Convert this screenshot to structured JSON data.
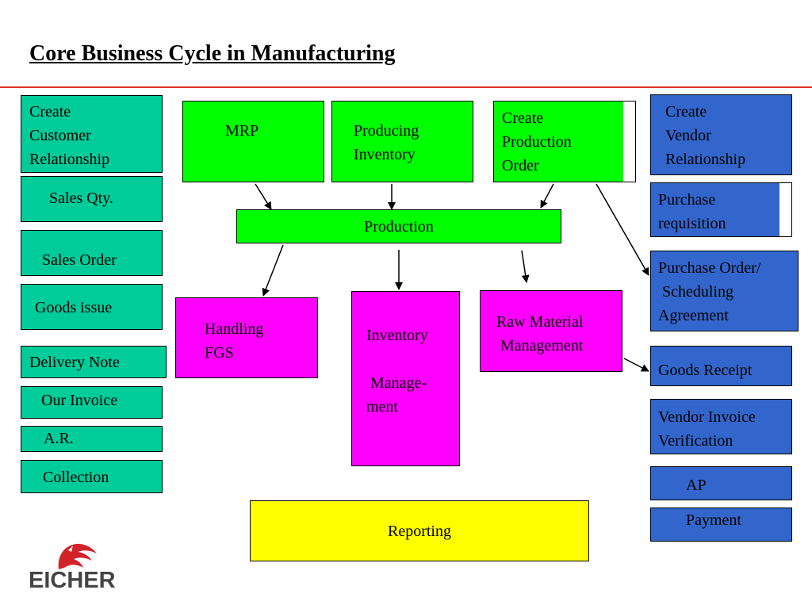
{
  "title": "Core Business Cycle in Manufacturing",
  "colors": {
    "teal": "#00cc99",
    "green": "#00ff00",
    "magenta": "#ff00ff",
    "blue": "#3366cc",
    "yellow": "#ffff00",
    "red_rule": "#e0312b"
  },
  "customer_side": {
    "create_relationship": "Create\nCustomer\nRelationship",
    "sales_qty": "Sales Qty.",
    "sales_order": "Sales Order",
    "goods_issue": "Goods issue",
    "delivery_note": "Delivery Note",
    "our_invoice": "Our Invoice",
    "ar": "A.R.",
    "collection": "Collection"
  },
  "production_side": {
    "mrp": "MRP",
    "producing_inventory": "Producing\nInventory",
    "create_production_order": "Create\nProduction\nOrder",
    "production": "Production",
    "handling_fgs": "Handling\nFGS",
    "inventory_management": "Inventory\n\n Manage-\nment",
    "raw_material_management": "Raw Material\n Management",
    "reporting": "Reporting"
  },
  "vendor_side": {
    "create_relationship": "Create\nVendor\nRelationship",
    "purchase_requisition": "Purchase\nrequisition",
    "purchase_order": "Purchase Order/\n Scheduling\nAgreement",
    "goods_receipt": "Goods Receipt",
    "vendor_invoice": "Vendor Invoice\nVerification",
    "ap": "AP",
    "payment": "Payment"
  },
  "logo": {
    "wordmark": "EICHER"
  }
}
